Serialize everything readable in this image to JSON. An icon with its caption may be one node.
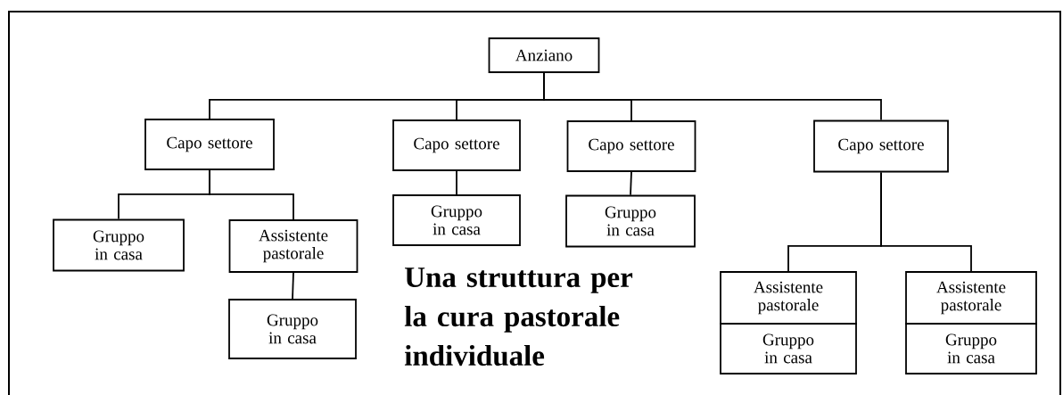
{
  "diagram": {
    "title": "Una struttura per la cura pastorale individuale",
    "nodes": [
      {
        "text": [
          "Anziano"
        ]
      },
      {
        "text": [
          "Capo settore"
        ]
      },
      {
        "text": [
          "Capo settore"
        ]
      },
      {
        "text": [
          "Capo settore"
        ]
      },
      {
        "text": [
          "Capo settore"
        ]
      },
      {
        "text": [
          "Gruppo in casa"
        ]
      },
      {
        "text": [
          "Assistente pastorale"
        ]
      },
      {
        "text": [
          "Gruppo in casa"
        ]
      },
      {
        "text": [
          "Gruppo in casa"
        ]
      },
      {
        "text": [
          "Gruppo in casa"
        ]
      },
      {
        "text": [
          "Assistente pastorale"
        ]
      },
      {
        "text": [
          "Gruppo in casa"
        ]
      },
      {
        "text": [
          "Assistente pastorale"
        ]
      },
      {
        "text": [
          "Gruppo in casa"
        ]
      }
    ],
    "edges": [
      {
        "from": 0,
        "to": 1,
        "arrow": "none"
      },
      {
        "from": 0,
        "to": 2,
        "arrow": "none"
      },
      {
        "from": 0,
        "to": 3,
        "arrow": "none"
      },
      {
        "from": 0,
        "to": 4,
        "arrow": "none"
      },
      {
        "from": 1,
        "to": 5,
        "arrow": "none"
      },
      {
        "from": 1,
        "to": 6,
        "arrow": "none"
      },
      {
        "from": 6,
        "to": 7,
        "arrow": "none"
      },
      {
        "from": 2,
        "to": 8,
        "arrow": "none"
      },
      {
        "from": 3,
        "to": 9,
        "arrow": "none"
      },
      {
        "from": 4,
        "to": 10,
        "arrow": "none"
      },
      {
        "from": 4,
        "to": 12,
        "arrow": "none"
      }
    ]
  }
}
